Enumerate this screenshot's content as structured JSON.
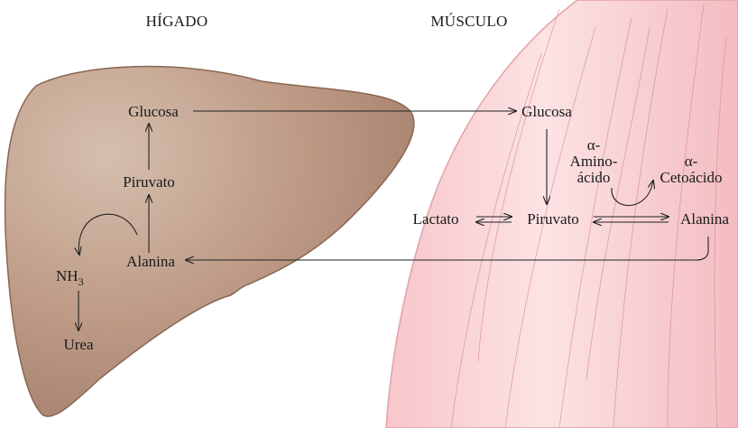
{
  "titles": {
    "liver": "HÍGADO",
    "muscle": "MÚSCULO"
  },
  "liver": {
    "glucosa": "Glucosa",
    "piruvato": "Piruvato",
    "alanina": "Alanina",
    "nh3_base": "NH",
    "nh3_sub": "3",
    "urea": "Urea"
  },
  "muscle": {
    "glucosa": "Glucosa",
    "lactato": "Lactato",
    "piruvato": "Piruvato",
    "alanina": "Alanina",
    "aminoacido": [
      "α-",
      "Amino-",
      "ácido"
    ],
    "cetoacido": [
      "α-",
      "Cetoácido"
    ]
  },
  "colors": {
    "liver_fill": "#b89582",
    "liver_stroke": "#8a6552",
    "muscle_fill": "#f6cdd0",
    "muscle_stroke": "#e19aa2",
    "arrow": "#222222"
  }
}
